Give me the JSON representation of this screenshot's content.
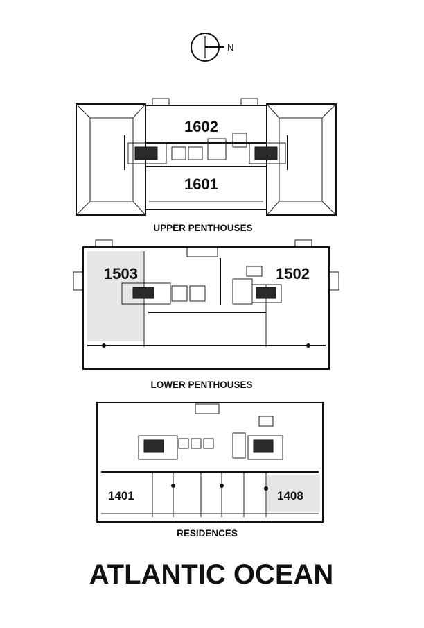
{
  "compass": {
    "label": "N",
    "icon": "north-arrow-icon"
  },
  "floors": {
    "upper": {
      "title": "UPPER PENTHOUSES",
      "units": [
        "1602",
        "1601"
      ]
    },
    "lower": {
      "title": "LOWER PENTHOUSES",
      "units": [
        "1503",
        "1502"
      ]
    },
    "residences": {
      "title": "RESIDENCES",
      "units": [
        "1401",
        "1408"
      ]
    }
  },
  "footer": {
    "text": "ATLANTIC OCEAN"
  },
  "colors": {
    "line": "#111111",
    "shade": "#e6e6e6",
    "background": "#ffffff"
  }
}
